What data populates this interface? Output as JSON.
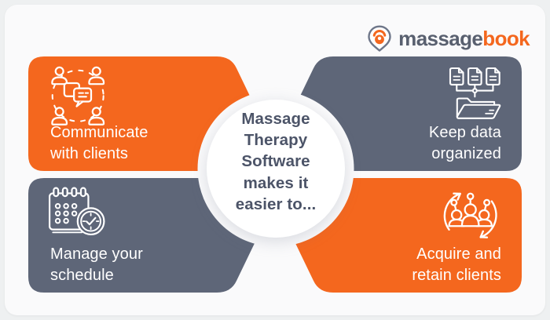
{
  "brand": {
    "logo_text_primary": "massage",
    "logo_text_secondary": "book",
    "pin_icon": "map-pin-icon"
  },
  "center_circle": {
    "full_text": "Massage Therapy Software makes it easier to...",
    "lines": [
      "Massage",
      "Therapy",
      "Software",
      "makes it",
      "easier to..."
    ]
  },
  "panels": [
    {
      "id": "communicate-with-clients",
      "lines": [
        "Communicate",
        "with clients"
      ],
      "color_key": "orange",
      "icon": "clients-network-icon",
      "position": "top-left"
    },
    {
      "id": "keep-data-organized",
      "lines": [
        "Keep data",
        "organized"
      ],
      "color_key": "slate",
      "icon": "documents-folder-icon",
      "position": "top-right"
    },
    {
      "id": "manage-your-schedule",
      "lines": [
        "Manage your",
        "schedule"
      ],
      "color_key": "slate",
      "icon": "calendar-clock-icon",
      "position": "bottom-left"
    },
    {
      "id": "acquire-and-retain-clients",
      "lines": [
        "Acquire and",
        "retain clients"
      ],
      "color_key": "orange",
      "icon": "people-refresh-icon",
      "position": "bottom-right"
    }
  ],
  "colors": {
    "orange": "#F4671E",
    "slate": "#5E6678",
    "page_bg": "#EEF0F1",
    "card_bg": "#FAFAFB",
    "text_dark": "#4C5468",
    "logo_gray": "#59606F",
    "circle_fill": "#FFFFFF",
    "icon_stroke": "#FFFFFF"
  }
}
